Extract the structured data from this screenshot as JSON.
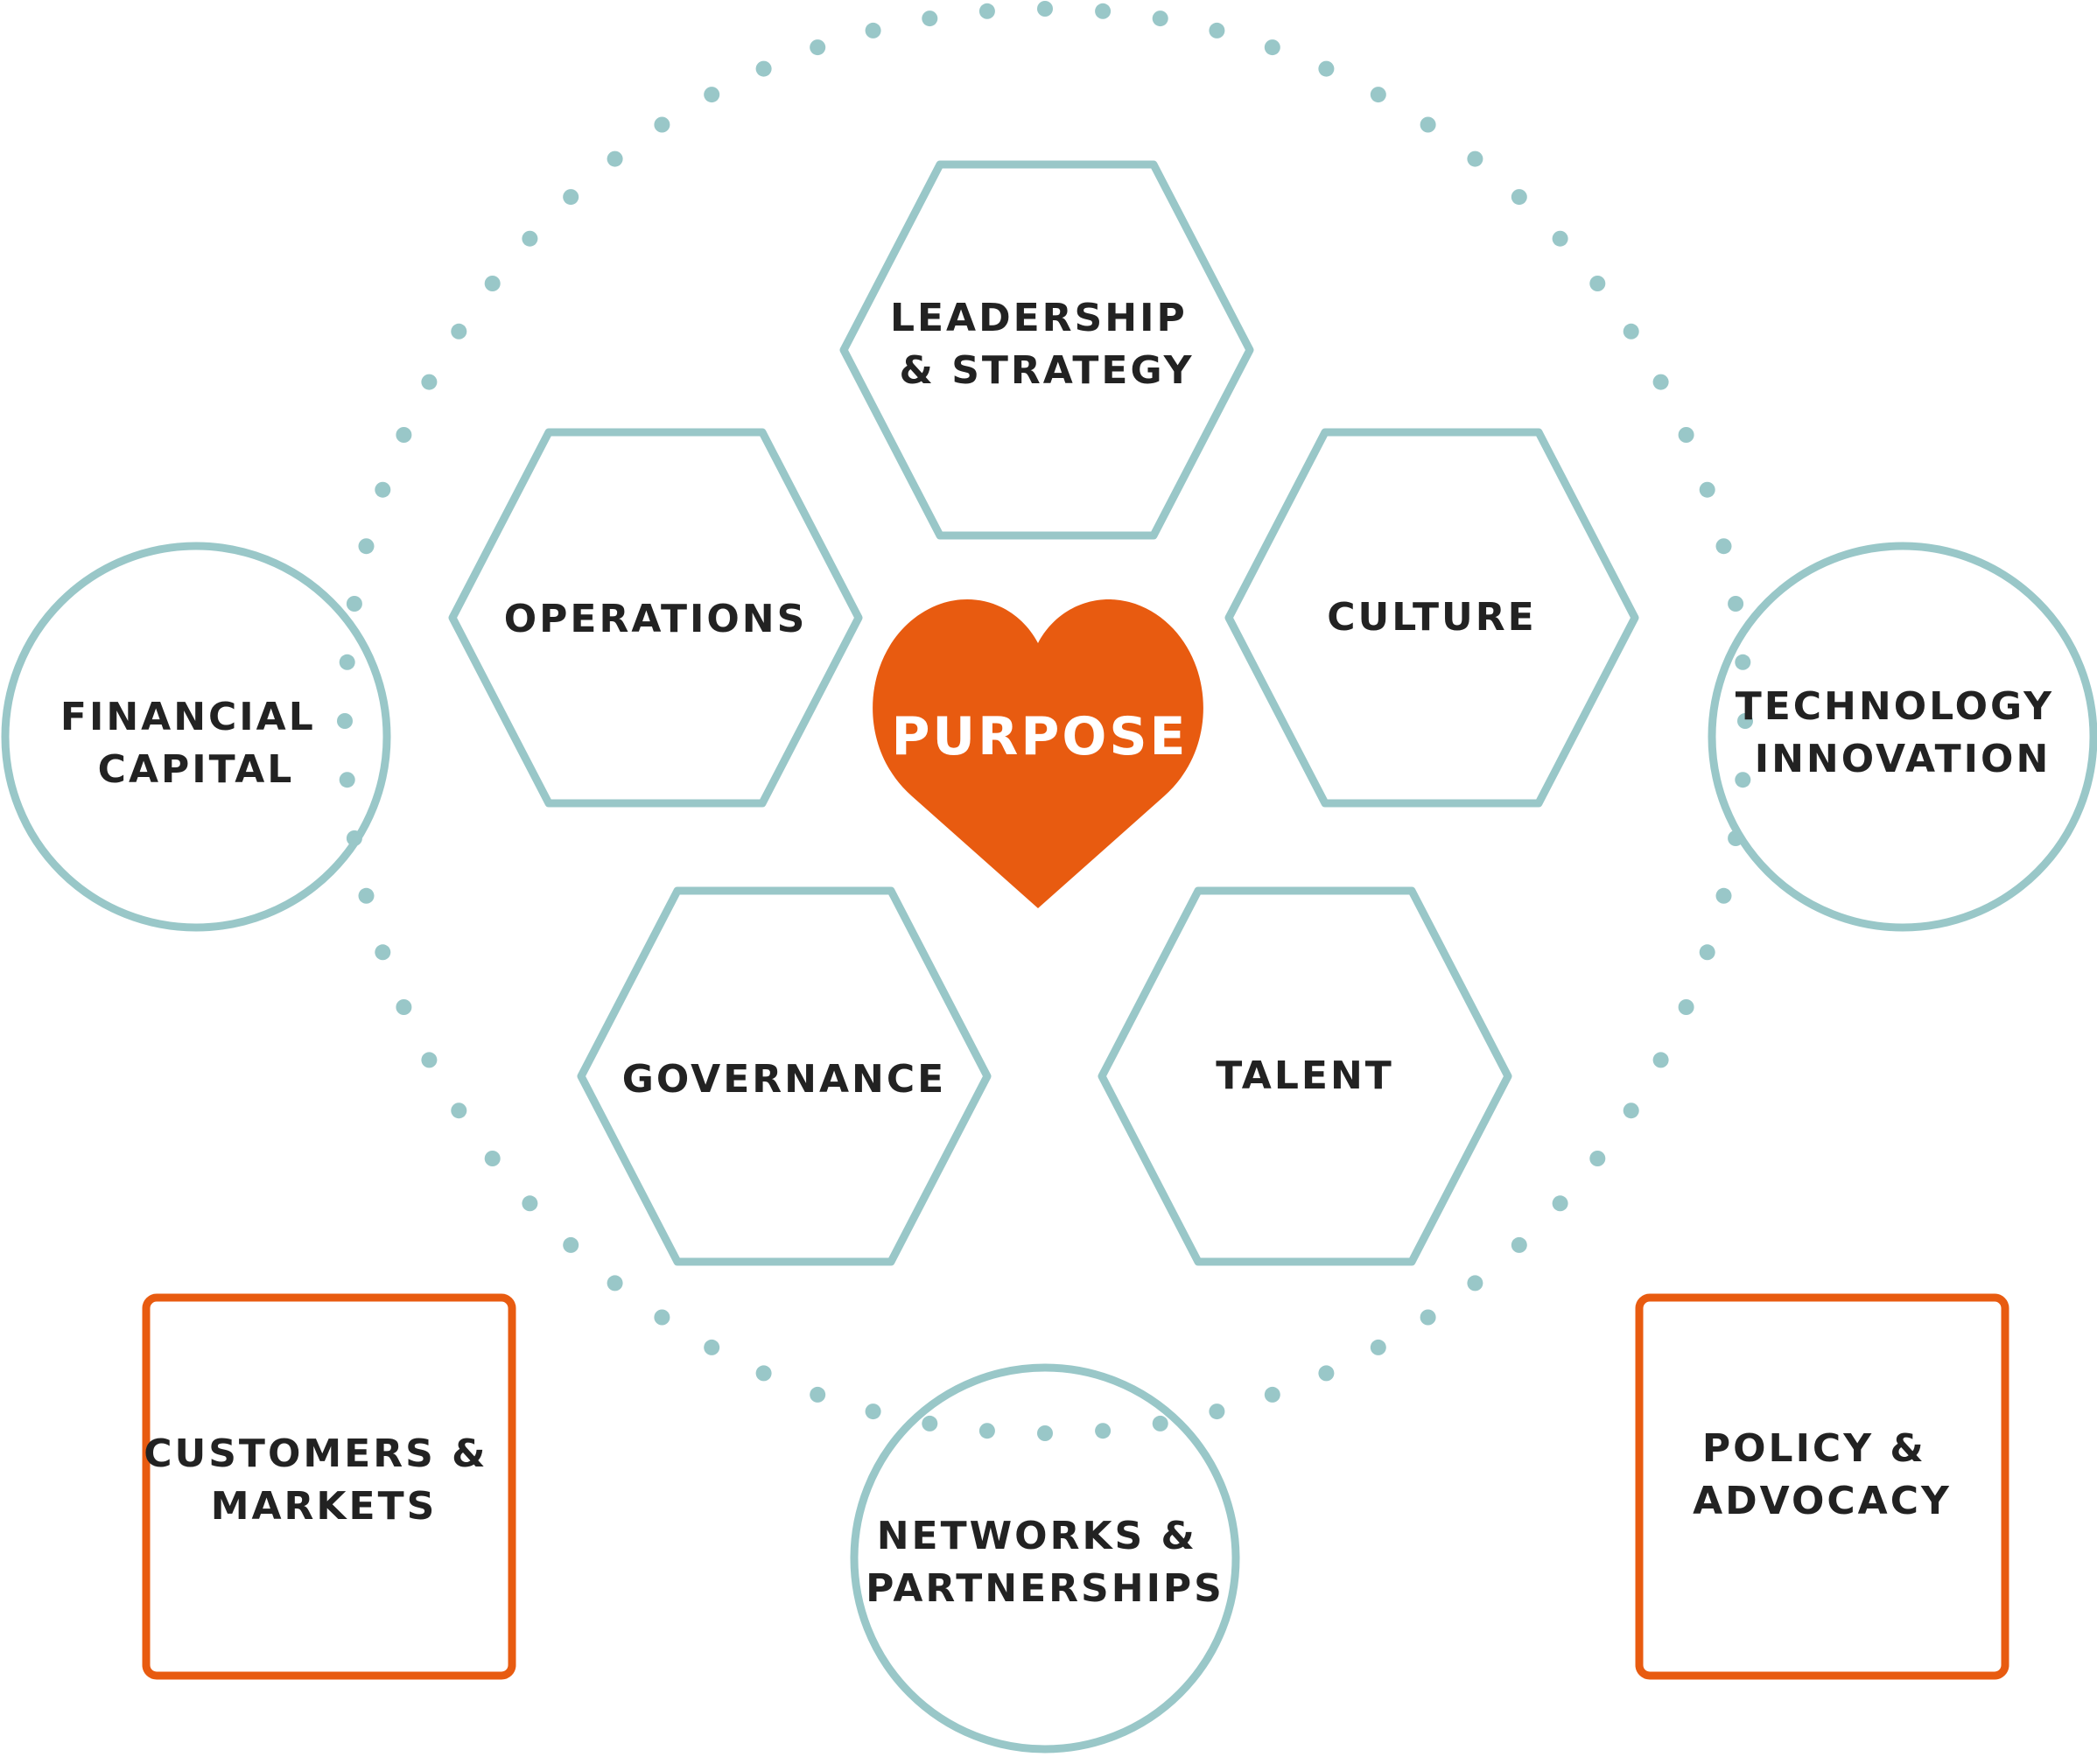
{
  "colors": {
    "teal": "#99c7c8",
    "orange": "#e85b10",
    "text": "#222222",
    "white": "#ffffff"
  },
  "center": {
    "label": "PURPOSE",
    "icon": "heart-icon"
  },
  "hexagons": [
    {
      "id": "leadership",
      "lines": [
        "LEADERSHIP",
        "& STRATEGY"
      ]
    },
    {
      "id": "operations",
      "lines": [
        "OPERATIONS"
      ]
    },
    {
      "id": "culture",
      "lines": [
        "CULTURE"
      ]
    },
    {
      "id": "governance",
      "lines": [
        "GOVERNANCE"
      ]
    },
    {
      "id": "talent",
      "lines": [
        "TALENT"
      ]
    }
  ],
  "circles": [
    {
      "id": "financial",
      "lines": [
        "FINANCIAL",
        "CAPITAL"
      ]
    },
    {
      "id": "technology",
      "lines": [
        "TECHNOLOGY",
        "INNOVATION"
      ]
    },
    {
      "id": "networks",
      "lines": [
        "NETWORKS &",
        "PARTNERSHIPS"
      ]
    }
  ],
  "squares": [
    {
      "id": "customers",
      "lines": [
        "CUSTOMERS &",
        "MARKETS"
      ]
    },
    {
      "id": "policy",
      "lines": [
        "POLICY &",
        "ADVOCACY"
      ]
    }
  ]
}
